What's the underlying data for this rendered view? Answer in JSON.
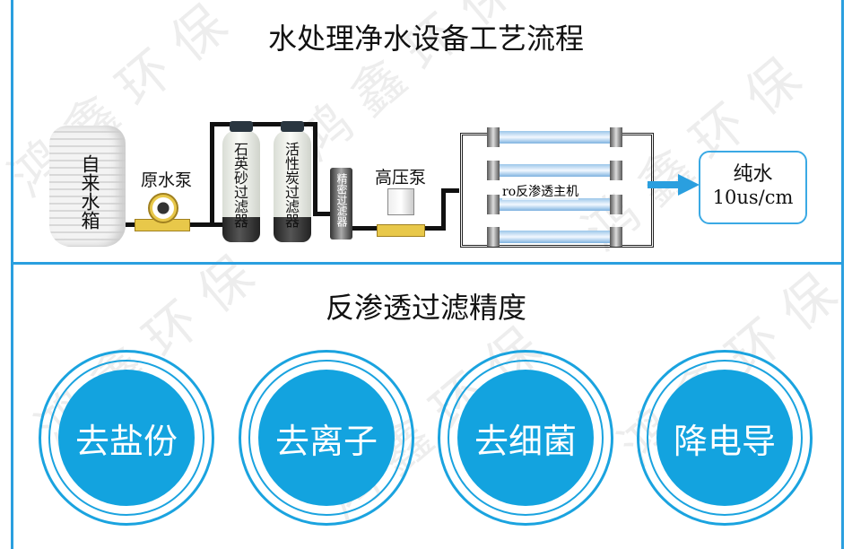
{
  "watermark": "鸿鑫环保",
  "process": {
    "title": "水处理净水设备工艺流程",
    "tank": "自来水箱",
    "raw_pump": "原水泵",
    "quartz_filter": "石英砂过滤器",
    "carbon_filter": "活性炭过滤器",
    "precision_filter": "精密过滤器",
    "hp_pump": "高压泵",
    "ro_unit": "ro反渗透主机",
    "output_label": "纯水",
    "output_value": "10us/cm"
  },
  "precision": {
    "title": "反渗透过滤精度",
    "items": [
      "去盐份",
      "去离子",
      "去细菌",
      "降电导"
    ]
  },
  "colors": {
    "accent": "#13a3df",
    "frame": "#2a9fdf"
  }
}
